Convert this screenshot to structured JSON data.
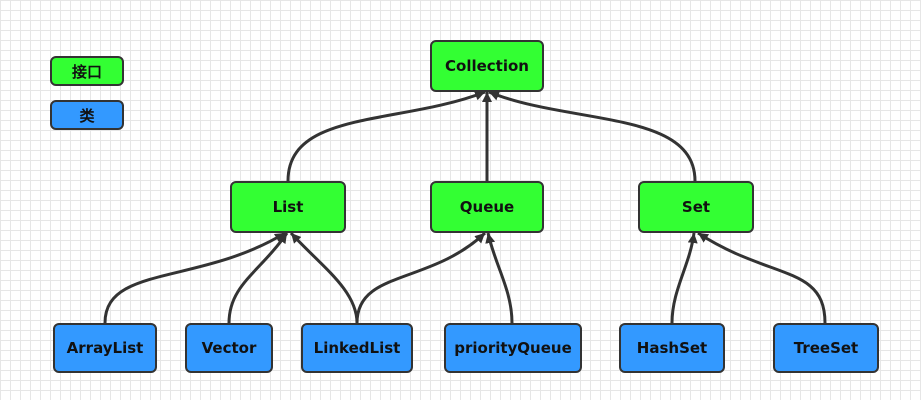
{
  "legend": {
    "interface_label": "接口",
    "class_label": "类"
  },
  "colors": {
    "interface_fill": "#33ff33",
    "class_fill": "#3399ff",
    "border": "#333333",
    "edge": "#333333"
  },
  "nodes": {
    "collection": "Collection",
    "list": "List",
    "queue": "Queue",
    "set": "Set",
    "arraylist": "ArrayList",
    "vector": "Vector",
    "linkedlist": "LinkedList",
    "priorityqueue": "priorityQueue",
    "hashset": "HashSet",
    "treeset": "TreeSet"
  },
  "edges": [
    {
      "from": "List",
      "to": "Collection"
    },
    {
      "from": "Queue",
      "to": "Collection"
    },
    {
      "from": "Set",
      "to": "Collection"
    },
    {
      "from": "ArrayList",
      "to": "List"
    },
    {
      "from": "Vector",
      "to": "List"
    },
    {
      "from": "LinkedList",
      "to": "List"
    },
    {
      "from": "LinkedList",
      "to": "Queue"
    },
    {
      "from": "priorityQueue",
      "to": "Queue"
    },
    {
      "from": "HashSet",
      "to": "Set"
    },
    {
      "from": "TreeSet",
      "to": "Set"
    }
  ]
}
